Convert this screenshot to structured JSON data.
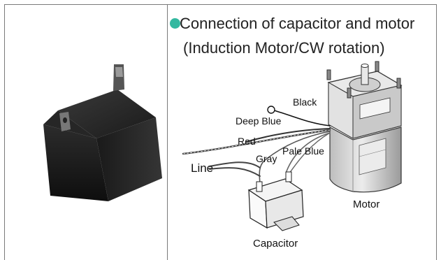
{
  "heading": {
    "title": "Connection of capacitor and motor",
    "subtitle": "(Induction Motor/CW rotation)",
    "bullet_color": "#33b8a0"
  },
  "diagram": {
    "wire_labels": {
      "black": "Black",
      "deep_blue": "Deep Blue",
      "red": "Red",
      "gray": "Gray",
      "pale_blue": "Pale Blue"
    },
    "line_label": "Line",
    "motor_label": "Motor",
    "capacitor_label": "Capacitor"
  }
}
